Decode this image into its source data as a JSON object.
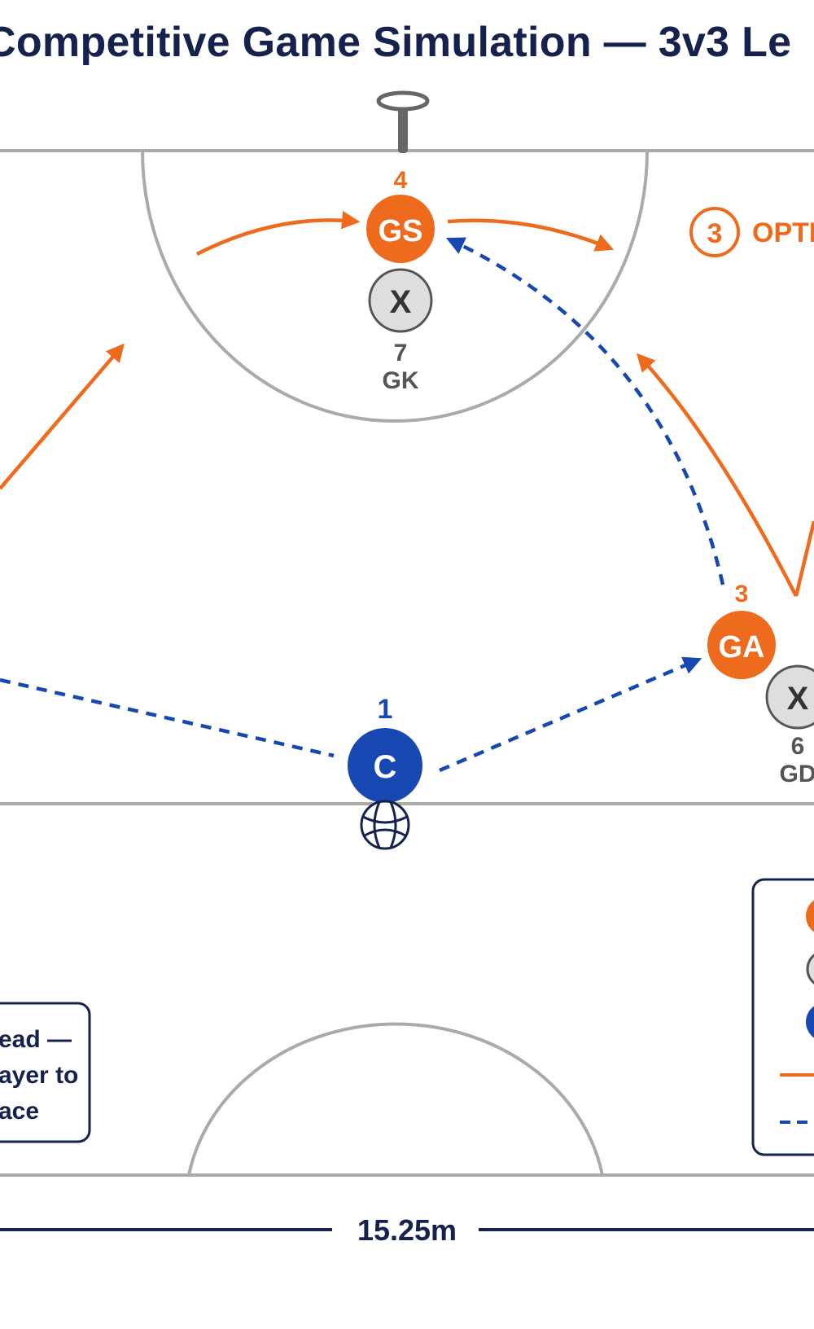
{
  "title": "Competitive Game Simulation — 3v3 Le",
  "colors": {
    "attacker": "#ee6a1c",
    "center": "#1747b0",
    "defender_fill": "#dedede",
    "defender_stroke": "#555555",
    "court_line": "#aaaaaa",
    "navy": "#14224d"
  },
  "players": {
    "gs": {
      "label": "GS",
      "number": "4"
    },
    "ga": {
      "label": "GA",
      "number": "3"
    },
    "c": {
      "label": "C",
      "number": "1"
    },
    "gk": {
      "label": "X",
      "number": "7",
      "position": "GK"
    },
    "gd": {
      "label": "X",
      "number": "6",
      "position": "GD"
    }
  },
  "option_callout": {
    "number": "3",
    "text": "OPTI"
  },
  "note_box": {
    "lines": [
      "ead —",
      "ayer to",
      "ace"
    ]
  },
  "dimension": {
    "label": "15.25m"
  },
  "icons": {
    "ball": "netball-icon",
    "goalpost": "goalpost-icon"
  }
}
